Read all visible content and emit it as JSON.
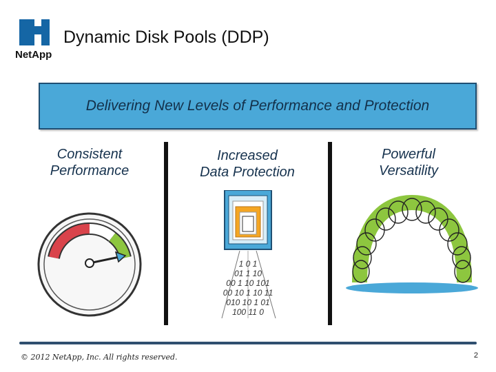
{
  "slide": {
    "title": "Dynamic Disk Pools (DDP)",
    "logo_text": "NetApp",
    "banner_text": "Delivering New Levels of Performance and Protection",
    "columns": [
      {
        "line1": "Consistent",
        "line2": "Performance",
        "icon": "speedometer-icon"
      },
      {
        "line1": "Increased",
        "line2": "Data Protection",
        "icon": "data-shield-icon"
      },
      {
        "line1": "Powerful",
        "line2": "Versatility",
        "icon": "spring-icon"
      }
    ],
    "binary_rows": [
      "1 0 1",
      "01 1 10",
      "00 1 10 101",
      "00 10 1 10 11",
      "010 10 1 01",
      "100 11 0"
    ],
    "copyright": "© 2012 NetApp, Inc. All rights reserved.",
    "page_number": "2"
  },
  "colors": {
    "banner": "#4aa8d8",
    "banner_border": "#1f4f73",
    "heading_text": "#16324e",
    "gauge_red": "#d9434b",
    "gauge_green": "#8dc63f",
    "spring_green": "#8dc63f",
    "shield_blue": "#4aa8d8",
    "shield_orange": "#f5a623"
  }
}
